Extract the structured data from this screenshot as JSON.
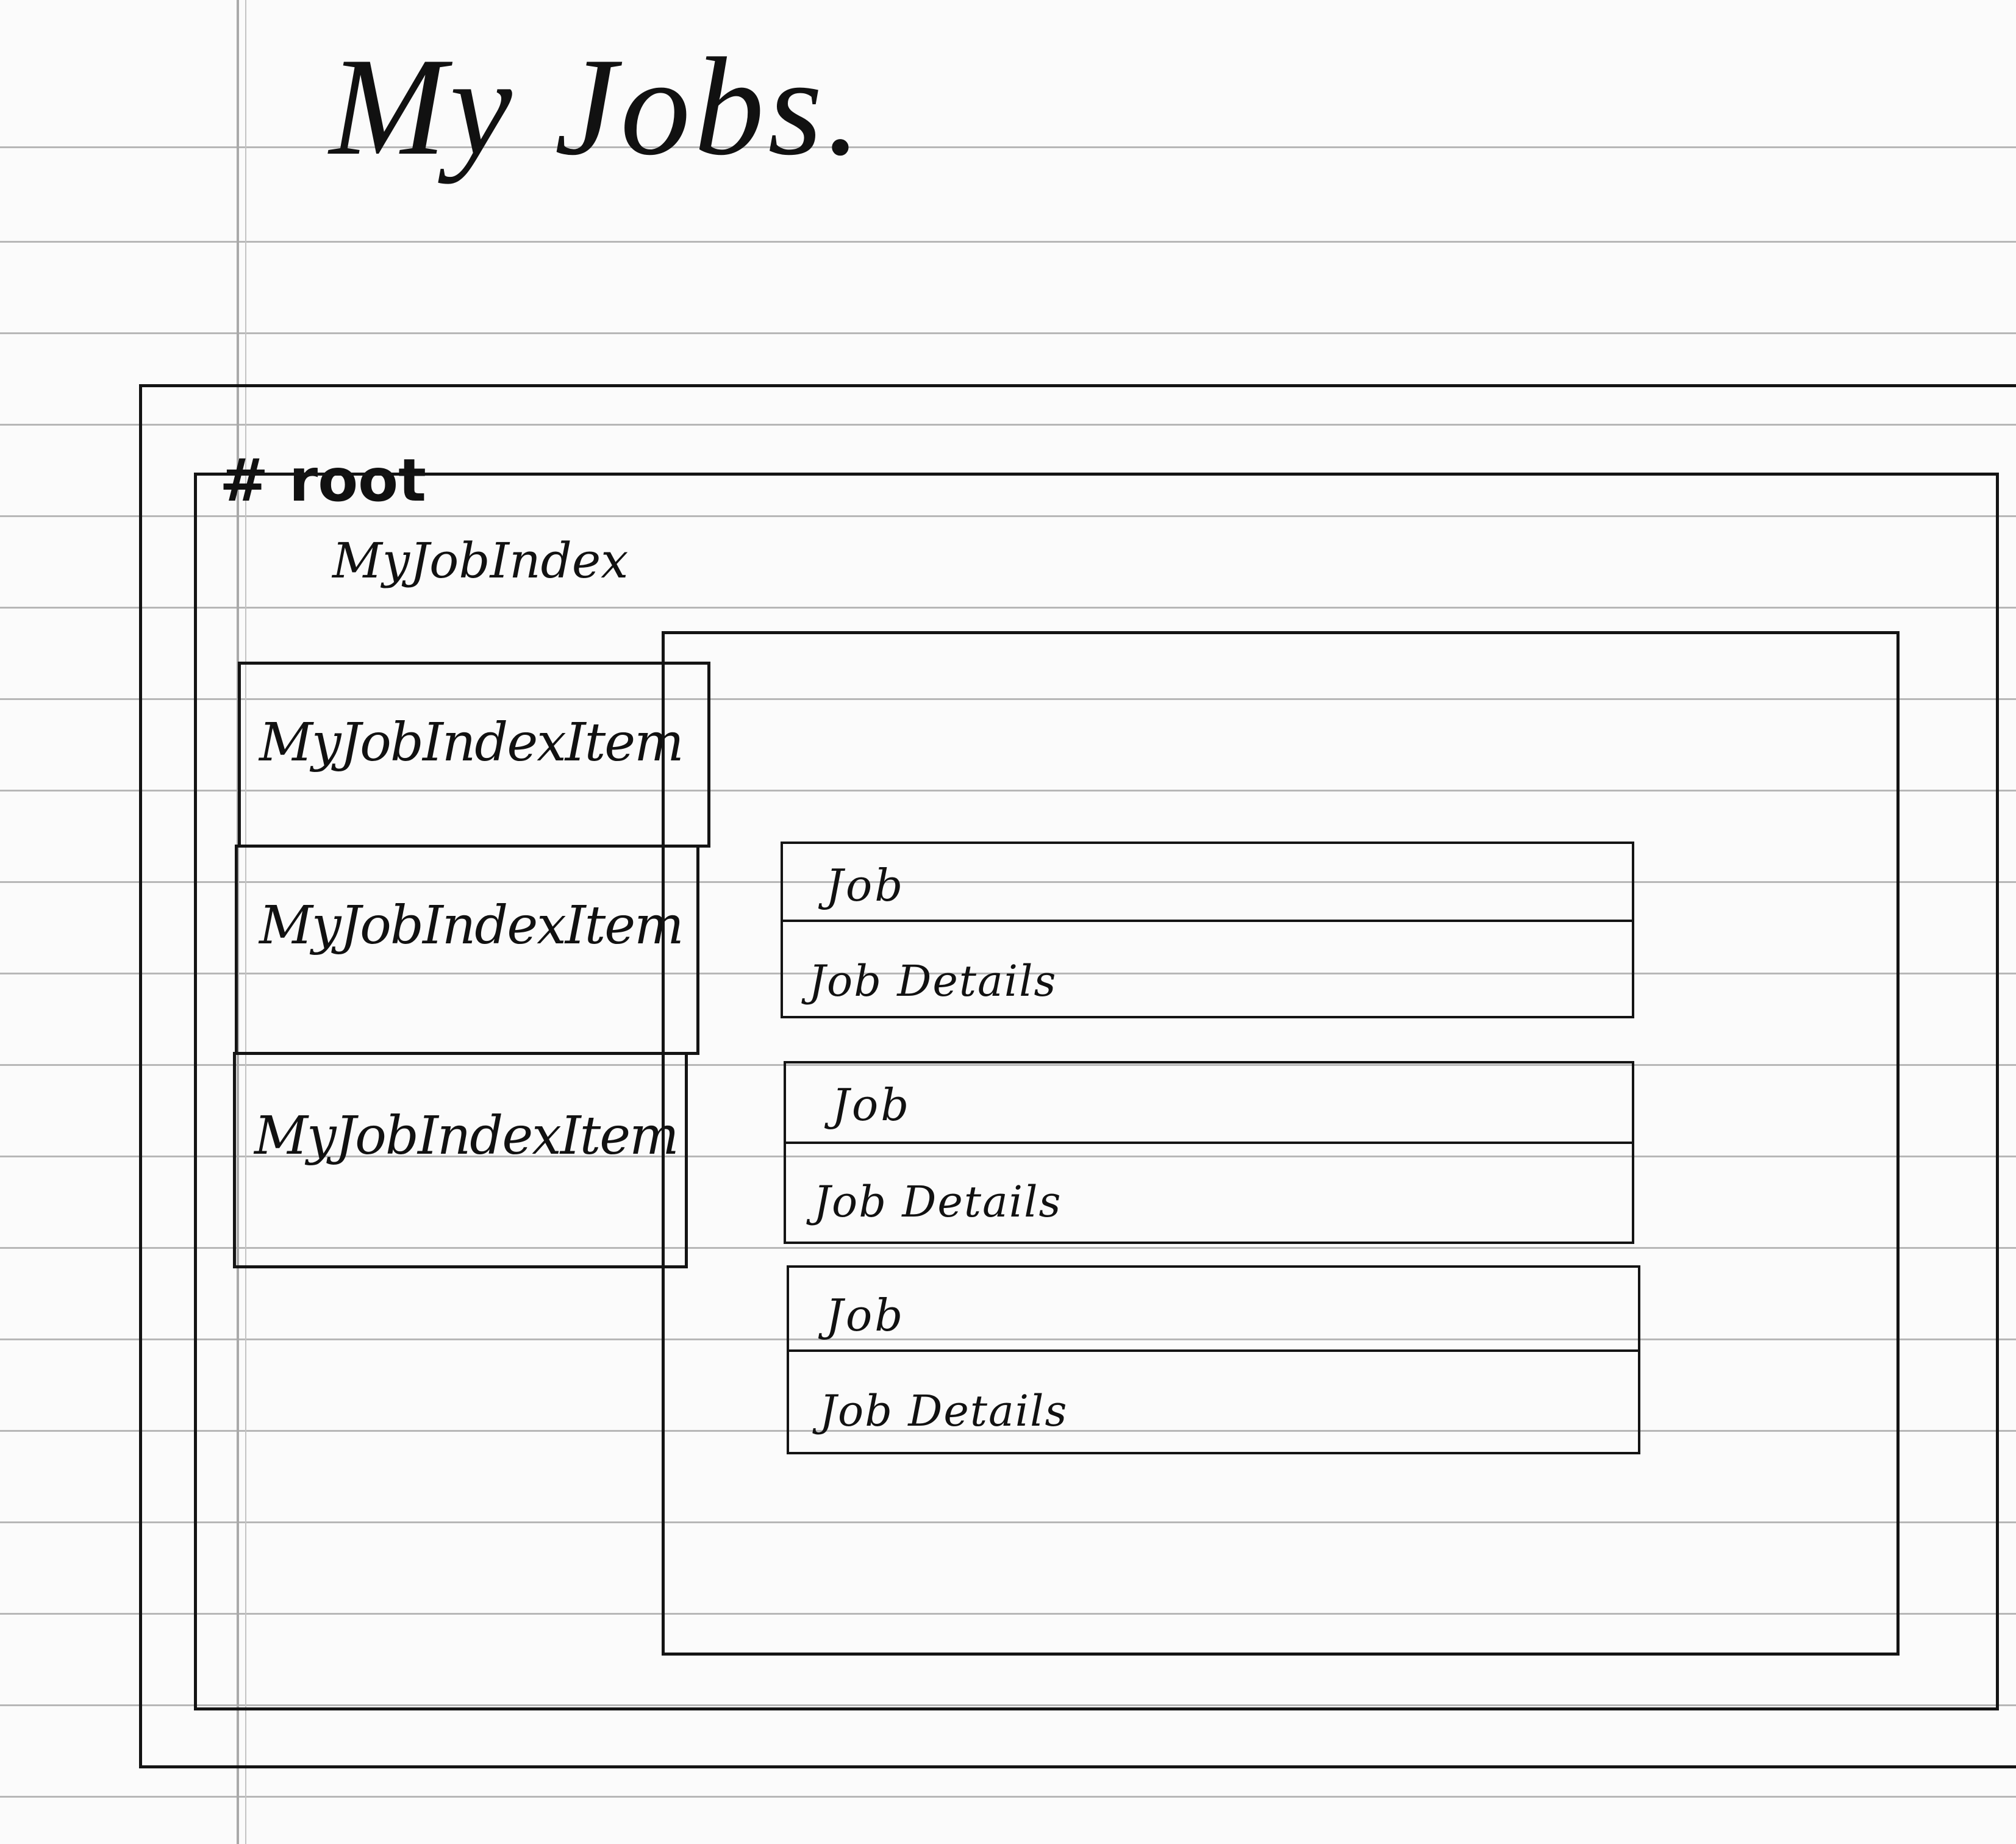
{
  "title": "My Jobs.",
  "root_label": "# root",
  "index_label": "MyJobIndex",
  "index_items": [
    {
      "label": "MyJobIndexItem"
    },
    {
      "label": "MyJobIndexItem"
    },
    {
      "label": "MyJobIndexItem"
    }
  ],
  "jobs": [
    {
      "job": "Job",
      "details": "Job Details"
    },
    {
      "job": "Job",
      "details": "Job Details"
    },
    {
      "job": "Job",
      "details": "Job Details"
    }
  ]
}
